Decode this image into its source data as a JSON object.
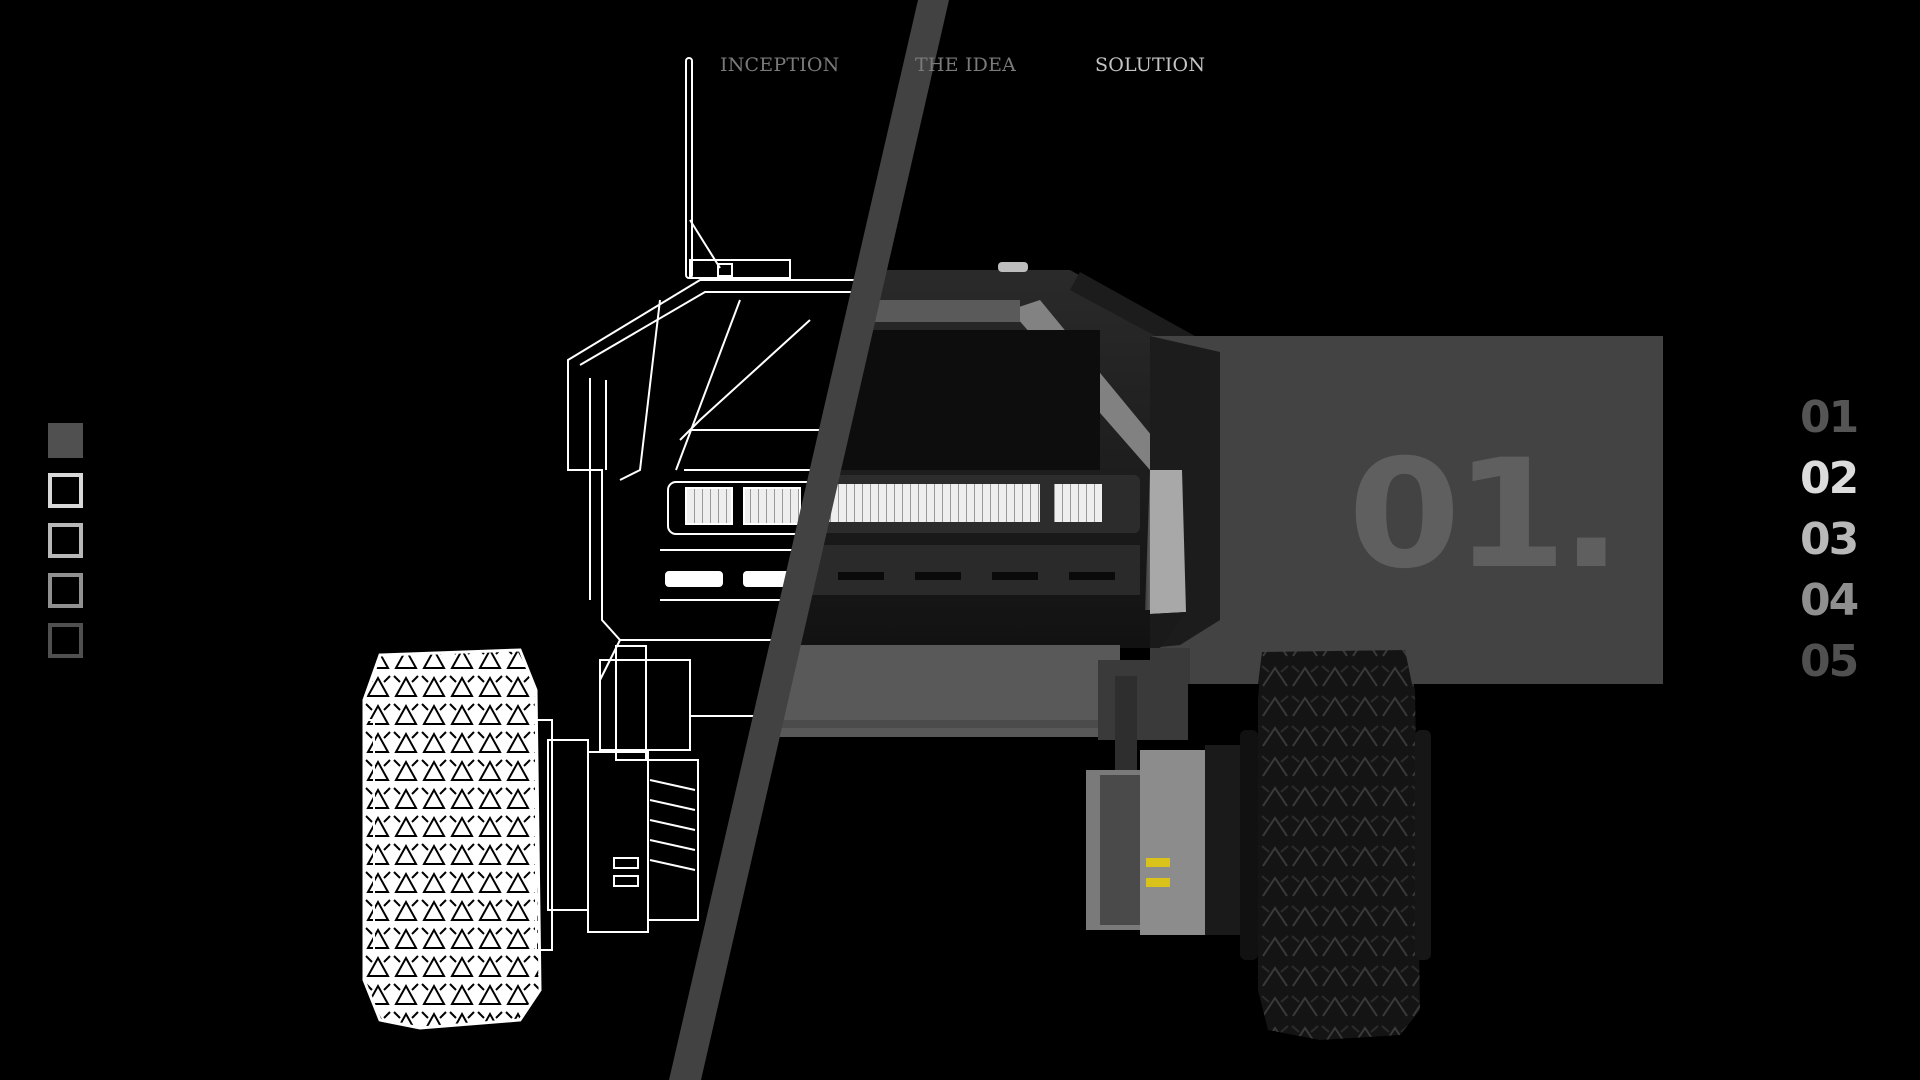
{
  "nav": {
    "items": [
      {
        "label": "INCEPTION",
        "state": "inactive",
        "color": "#7a7a7a"
      },
      {
        "label": "THE IDEA",
        "state": "inactive",
        "color": "#7a7a7a"
      },
      {
        "label": "SOLUTION",
        "state": "active",
        "color": "#c4c4c4"
      }
    ]
  },
  "slide": {
    "number_label": "01.",
    "panel_color": "#434343",
    "number_color": "#5f5f5f",
    "stripe_color": "#424242"
  },
  "left_indicator": {
    "squares": [
      {
        "style": "filled",
        "color": "#505050"
      },
      {
        "style": "outline",
        "color": "#d8d8d8"
      },
      {
        "style": "outline",
        "color": "#b8b8b8"
      },
      {
        "style": "outline",
        "color": "#909090"
      },
      {
        "style": "outline",
        "color": "#505050"
      }
    ]
  },
  "right_index": {
    "items": [
      {
        "label": "01",
        "color": "#555555"
      },
      {
        "label": "02",
        "color": "#dcdcdc",
        "active": true
      },
      {
        "label": "03",
        "color": "#b8b8b8"
      },
      {
        "label": "04",
        "color": "#8f8f8f"
      },
      {
        "label": "05",
        "color": "#505050"
      }
    ]
  },
  "hero": {
    "left_half": "wireframe-rover",
    "right_half": "rendered-rover",
    "accent_yellow": "#d9c21a"
  }
}
